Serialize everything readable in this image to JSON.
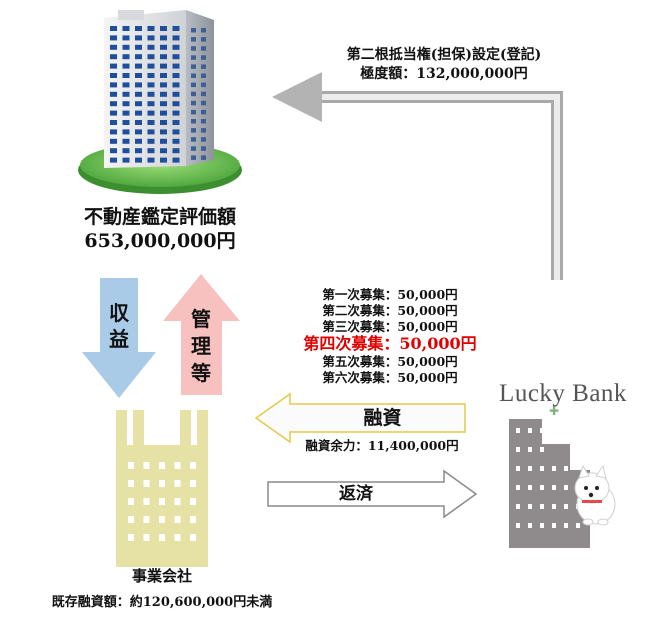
{
  "property": {
    "label": "不動産鑑定評価額",
    "value": "653,000,000円"
  },
  "mortgage": {
    "line1": "第二根抵当権(担保)設定(登記)",
    "line2": "極度額：132,000,000円"
  },
  "arrows": {
    "income": "収益",
    "management": "管理等",
    "loan": "融資",
    "repayment": "返済"
  },
  "loan_remaining": "融資余力：11,400,000円",
  "rounds": [
    {
      "text": "第一次募集：50,000円",
      "highlight": false
    },
    {
      "text": "第二次募集：50,000円",
      "highlight": false
    },
    {
      "text": "第三次募集：50,000円",
      "highlight": false
    },
    {
      "text": "第四次募集：50,000円",
      "highlight": true
    },
    {
      "text": "第五次募集：50,000円",
      "highlight": false
    },
    {
      "text": "第六次募集：50,000円",
      "highlight": false
    }
  ],
  "company": {
    "label": "事業会社",
    "existing_loan": "既存融資額：約120,600,000円未満"
  },
  "bank": {
    "name": "Lucky Bank"
  },
  "colors": {
    "highlight": "#e00000",
    "income_arrow": "#a9cbe8",
    "management_arrow": "#f7c1bf",
    "loan_arrow_border": "#e6c84a",
    "company_building": "#e6e2a6",
    "bank_building": "#8f8a8c",
    "mortgage_arrow": "#b5b5b5"
  }
}
